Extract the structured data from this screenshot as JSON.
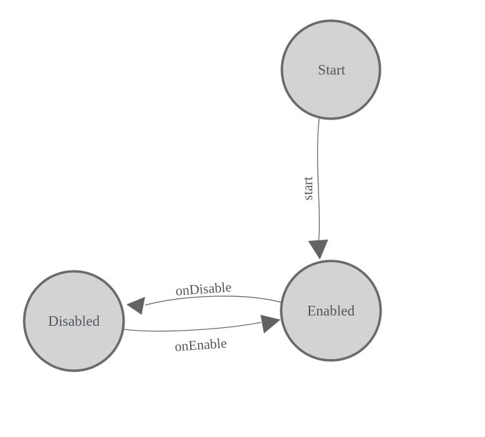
{
  "diagram": {
    "type": "state-machine",
    "nodes": [
      {
        "id": "Start",
        "label": "Start"
      },
      {
        "id": "Enabled",
        "label": "Enabled"
      },
      {
        "id": "Disabled",
        "label": "Disabled"
      }
    ],
    "edges": [
      {
        "from": "Start",
        "to": "Enabled",
        "label": "start"
      },
      {
        "from": "Enabled",
        "to": "Disabled",
        "label": "onDisable"
      },
      {
        "from": "Disabled",
        "to": "Enabled",
        "label": "onEnable"
      }
    ]
  },
  "colors": {
    "background": "#ffffff",
    "node_fill": "#d3d3d3",
    "node_stroke": "#6a6a6a",
    "edge_line": "#6e6e6e",
    "arrow_fill": "#636363",
    "label_text": "#53585e"
  }
}
